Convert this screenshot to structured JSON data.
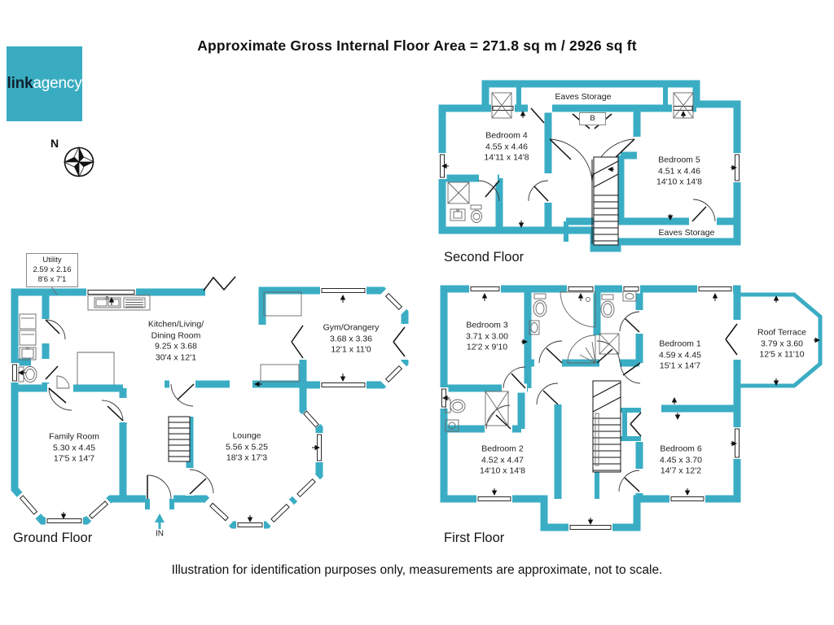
{
  "title": "Approximate Gross Internal Floor Area =  271.8 sq m / 2926 sq ft",
  "footer": "Illustration for identification purposes only, measurements are approximate, not to scale.",
  "logo": {
    "bold": "link",
    "light": "agency"
  },
  "compass": {
    "label": "N"
  },
  "colors": {
    "wall": "#3aadc4",
    "logo_bg": "#3aacc2"
  },
  "floors": {
    "ground": {
      "title": "Ground Floor",
      "entrance": "IN",
      "rooms": {
        "utility": {
          "name": "Utility",
          "metric": "2.59 x 2.16",
          "imperial": "8'6 x 7'1"
        },
        "kitchen": {
          "name": "Kitchen/Living/",
          "name2": "Dining Room",
          "metric": "9.25 x 3.68",
          "imperial": "30'4 x 12'1"
        },
        "gym": {
          "name": "Gym/Orangery",
          "metric": "3.68 x 3.36",
          "imperial": "12'1 x 11'0"
        },
        "family": {
          "name": "Family Room",
          "metric": "5.30 x 4.45",
          "imperial": "17'5 x 14'7"
        },
        "lounge": {
          "name": "Lounge",
          "metric": "5.56 x 5.25",
          "imperial": "18'3 x 17'3"
        }
      }
    },
    "first": {
      "title": "First Floor",
      "rooms": {
        "bedroom3": {
          "name": "Bedroom 3",
          "metric": "3.71 x 3.00",
          "imperial": "12'2 x 9'10"
        },
        "bedroom1": {
          "name": "Bedroom 1",
          "metric": "4.59 x 4.45",
          "imperial": "15'1 x 14'7"
        },
        "roof_terrace": {
          "name": "Roof Terrace",
          "metric": "3.79 x 3.60",
          "imperial": "12'5 x 11'10"
        },
        "bedroom2": {
          "name": "Bedroom 2",
          "metric": "4.52 x 4.47",
          "imperial": "14'10 x 14'8"
        },
        "bedroom6": {
          "name": "Bedroom 6",
          "metric": "4.45 x 3.70",
          "imperial": "14'7 x 12'2"
        }
      }
    },
    "second": {
      "title": "Second Floor",
      "boiler": "B",
      "rooms": {
        "bedroom4": {
          "name": "Bedroom 4",
          "metric": "4.55 x 4.46",
          "imperial": "14'11 x 14'8"
        },
        "bedroom5": {
          "name": "Bedroom 5",
          "metric": "4.51 x 4.46",
          "imperial": "14'10 x 14'8"
        },
        "eaves_top": {
          "name": "Eaves Storage"
        },
        "eaves_bottom": {
          "name": "Eaves Storage"
        }
      }
    }
  }
}
